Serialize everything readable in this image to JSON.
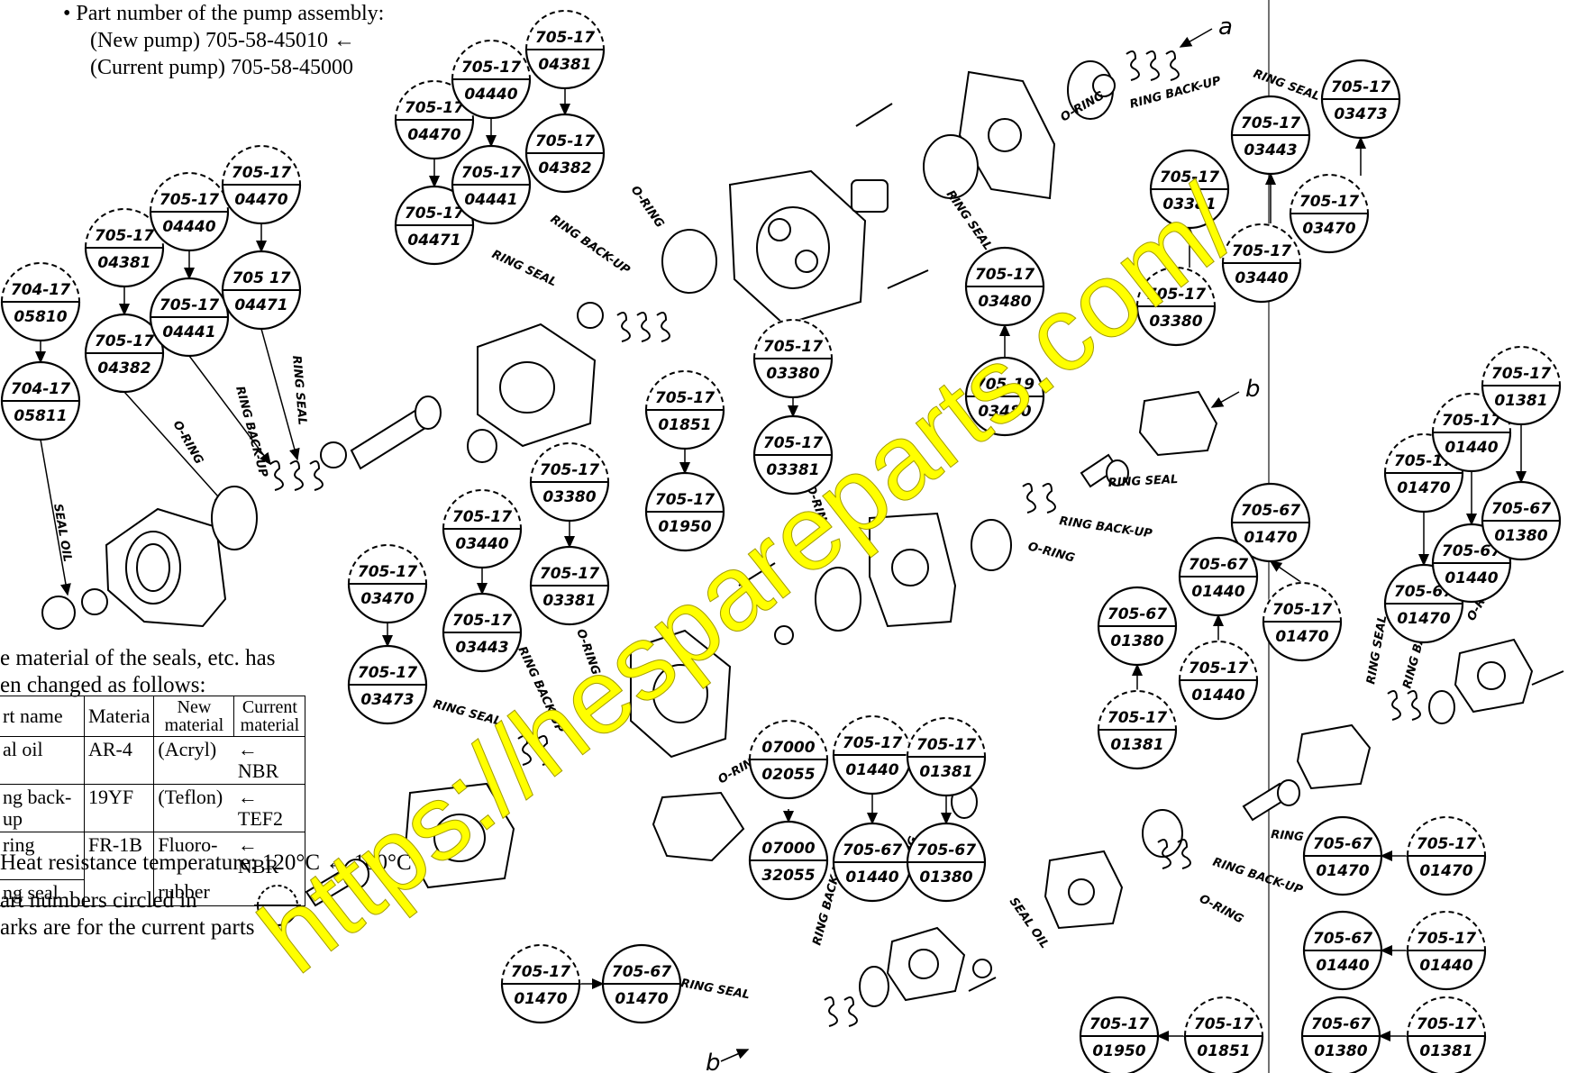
{
  "notes": {
    "pump_line": "• Part number of the pump assembly:",
    "new_pump": "(New pump) 705-58-45010 ←",
    "current_pump": "(Current pump) 705-58-45000",
    "material_line1": "e material of the seals, etc. has",
    "material_line2": "en changed as follows:",
    "heat_line": "Heat resistance temperature: 120°C ← 100°C",
    "circled_line1": "art numbers circled in",
    "circled_line2": "arks are for the current parts"
  },
  "table": {
    "headers": [
      "rt name",
      "Materia",
      "New material",
      "Current material"
    ],
    "rows": [
      [
        "al oil",
        "AR-4",
        "(Acryl)",
        "← NBR"
      ],
      [
        "ng back-up",
        "19YF",
        "(Teflon)",
        "← TEF2"
      ],
      [
        "ring",
        "FR-1B",
        "Fluoro-",
        "← NBR"
      ],
      [
        "ng seal",
        "",
        "rubber",
        ""
      ]
    ]
  },
  "refs": {
    "a": "a",
    "b1": "b",
    "b2": "b"
  },
  "labels": {
    "seal_oil": "SEAL OIL",
    "ring_seal": "RING SEAL",
    "ring_backup": "RING BACK-UP",
    "o_ring": "O-RING"
  },
  "bubbles": [
    {
      "top": "704-17",
      "bot": "05810",
      "dashed": true
    },
    {
      "top": "704-17",
      "bot": "05811",
      "dashed": false
    },
    {
      "top": "705-17",
      "bot": "04381",
      "dashed": true
    },
    {
      "top": "705-17",
      "bot": "04382",
      "dashed": false
    },
    {
      "top": "705-17",
      "bot": "04440",
      "dashed": true
    },
    {
      "top": "705-17",
      "bot": "04441",
      "dashed": false
    },
    {
      "top": "705-17",
      "bot": "04470",
      "dashed": true
    },
    {
      "top": "705 17",
      "bot": "04471",
      "dashed": false
    },
    {
      "top": "705-17",
      "bot": "04470",
      "dashed": true
    },
    {
      "top": "705-17",
      "bot": "04471",
      "dashed": false
    },
    {
      "top": "705-17",
      "bot": "04440",
      "dashed": true
    },
    {
      "top": "705-17",
      "bot": "04441",
      "dashed": false
    },
    {
      "top": "705-17",
      "bot": "04381",
      "dashed": true
    },
    {
      "top": "705-17",
      "bot": "04382",
      "dashed": false
    },
    {
      "top": "705-17",
      "bot": "03473",
      "dashed": false
    },
    {
      "top": "705-17",
      "bot": "03443",
      "dashed": false
    },
    {
      "top": "705-17",
      "bot": "03381",
      "dashed": false
    },
    {
      "top": "705-17",
      "bot": "03470",
      "dashed": true
    },
    {
      "top": "705-17",
      "bot": "03440",
      "dashed": true
    },
    {
      "top": "705-17",
      "bot": "03380",
      "dashed": true
    },
    {
      "top": "705-17",
      "bot": "03480",
      "dashed": false
    },
    {
      "top": "705-19",
      "bot": "03480",
      "dashed": false
    },
    {
      "top": "705-17",
      "bot": "03380",
      "dashed": true
    },
    {
      "top": "705-17",
      "bot": "03381",
      "dashed": false
    },
    {
      "top": "705-17",
      "bot": "01851",
      "dashed": true
    },
    {
      "top": "705-17",
      "bot": "01950",
      "dashed": false
    },
    {
      "top": "705-17",
      "bot": "03380",
      "dashed": true
    },
    {
      "top": "705-17",
      "bot": "03381",
      "dashed": false
    },
    {
      "top": "705-17",
      "bot": "03440",
      "dashed": true
    },
    {
      "top": "705-17",
      "bot": "03443",
      "dashed": false
    },
    {
      "top": "705-17",
      "bot": "03470",
      "dashed": true
    },
    {
      "top": "705-17",
      "bot": "03473",
      "dashed": false
    },
    {
      "top": "705-67",
      "bot": "01470",
      "dashed": false
    },
    {
      "top": "705-67",
      "bot": "01440",
      "dashed": false
    },
    {
      "top": "705-67",
      "bot": "01380",
      "dashed": false
    },
    {
      "top": "705-17",
      "bot": "01470",
      "dashed": true
    },
    {
      "top": "705-17",
      "bot": "01440",
      "dashed": true
    },
    {
      "top": "705-17",
      "bot": "01381",
      "dashed": true
    },
    {
      "top": "705-17",
      "bot": "01470",
      "dashed": true
    },
    {
      "top": "705-17",
      "bot": "01440",
      "dashed": true
    },
    {
      "top": "705-17",
      "bot": "01381",
      "dashed": true
    },
    {
      "top": "705-67",
      "bot": "01470",
      "dashed": false
    },
    {
      "top": "705-67",
      "bot": "01440",
      "dashed": false
    },
    {
      "top": "705-67",
      "bot": "01380",
      "dashed": false
    },
    {
      "top": "07000",
      "bot": "02055",
      "dashed": true
    },
    {
      "top": "07000",
      "bot": "32055",
      "dashed": false
    },
    {
      "top": "705-17",
      "bot": "01440",
      "dashed": true
    },
    {
      "top": "705-67",
      "bot": "01440",
      "dashed": false
    },
    {
      "top": "705-17",
      "bot": "01381",
      "dashed": true
    },
    {
      "top": "705-67",
      "bot": "01380",
      "dashed": false
    },
    {
      "top": "705-17",
      "bot": "01470",
      "dashed": true
    },
    {
      "top": "705-67",
      "bot": "01470",
      "dashed": false
    },
    {
      "top": "705-67",
      "bot": "01470",
      "dashed": false
    },
    {
      "top": "705-17",
      "bot": "01470",
      "dashed": true
    },
    {
      "top": "705-67",
      "bot": "01440",
      "dashed": false
    },
    {
      "top": "705-17",
      "bot": "01440",
      "dashed": true
    },
    {
      "top": "705-67",
      "bot": "01380",
      "dashed": false
    },
    {
      "top": "705-17",
      "bot": "01381",
      "dashed": true
    },
    {
      "top": "705-17",
      "bot": "01950",
      "dashed": false
    },
    {
      "top": "705-17",
      "bot": "01851",
      "dashed": true
    }
  ],
  "watermark": "https://hespareparts.com/",
  "watermark_color": "#ffff00"
}
